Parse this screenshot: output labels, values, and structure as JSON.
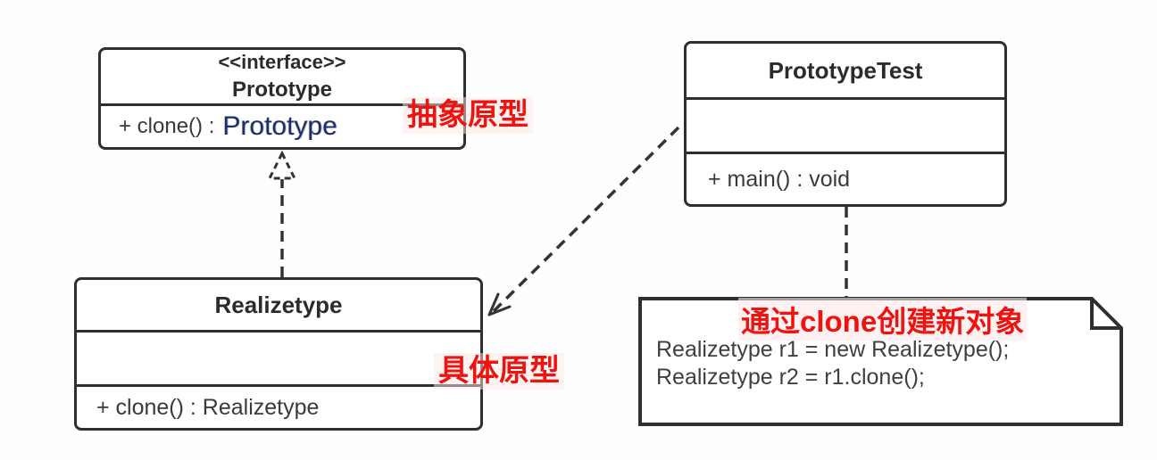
{
  "classes": {
    "prototype": {
      "stereotype": "<<interface>>",
      "name": "Prototype",
      "method_label": "+ clone() :",
      "method_return_type": "Prototype"
    },
    "prototype_test": {
      "name": "PrototypeTest",
      "method": "+ main() : void"
    },
    "realizetype": {
      "name": "Realizetype",
      "method": "+ clone() : Realizetype"
    }
  },
  "labels": {
    "abstract_prototype": "抽象原型",
    "concrete_prototype": "具体原型"
  },
  "note": {
    "title": "通过clone创建新对象",
    "code_line_1": "Realizetype r1 = new Realizetype();",
    "code_line_2_prefix": "Realizetype r2 = ",
    "code_line_2_highlight": "r1.clone();"
  },
  "relationships": [
    {
      "type": "realization",
      "from": "Realizetype",
      "to": "Prototype",
      "line": "dashed",
      "arrow": "hollow-triangle"
    },
    {
      "type": "dependency",
      "from": "PrototypeTest",
      "to": "Realizetype",
      "line": "dashed",
      "arrow": "open"
    },
    {
      "type": "note-anchor",
      "from": "PrototypeTest",
      "to": "note",
      "line": "dashed",
      "arrow": "none"
    }
  ],
  "colors": {
    "box_border": "#2f2f2f",
    "box_fill": "#ffffff",
    "title_text": "#2b2b2b",
    "body_text": "#3a3a3a",
    "red_label": "#ee1310",
    "green_underline": "#70e14c",
    "return_type_text": "#1e2f66",
    "background": "#fefefe"
  }
}
